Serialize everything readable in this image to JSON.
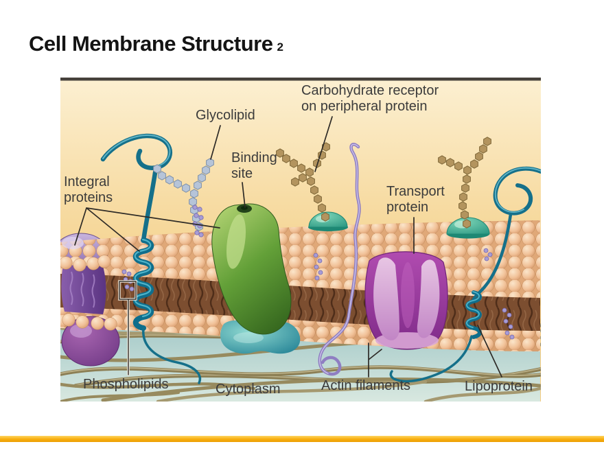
{
  "slide": {
    "title": "Cell Membrane Structure",
    "title_index": "2"
  },
  "diagram": {
    "description": "Cell membrane structure illustration",
    "labels": {
      "glycolipid": "Glycolipid",
      "carbohydrate_receptor": {
        "line1": "Carbohydrate receptor",
        "line2": "on peripheral protein"
      },
      "binding_site": {
        "line1": "Binding",
        "line2": "site"
      },
      "integral_proteins": {
        "line1": "Integral",
        "line2": "proteins"
      },
      "transport_protein": {
        "line1": "Transport",
        "line2": "protein"
      },
      "phospholipids": "Phospholipids",
      "cytoplasm": "Cytoplasm",
      "actin_filaments": "Actin filaments",
      "lipoprotein": "Lipoprotein"
    },
    "colors": {
      "extracellular_top": "#FCF0D2",
      "extracellular_bottom": "#F3CB7E",
      "membrane_head": "#F0C29B",
      "membrane_tail": "#7C4E30",
      "cytoplasm_top": "#A9CCCA",
      "cytoplasm_bottom": "#DDEBE3",
      "green_protein": "#5E9638",
      "purple_protein": "#7B4E9E",
      "transport_protein": "#9B3D9E",
      "teal_structures": "#2E8FA0",
      "carbohydrate_chain": "#B3945E",
      "glycolipid_chain": "#B6C4D8",
      "accent_bar": "#F5A90B"
    }
  }
}
